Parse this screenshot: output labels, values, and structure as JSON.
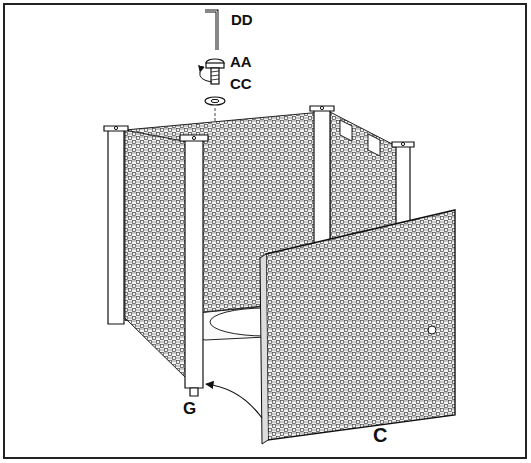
{
  "diagram": {
    "labels": [
      "DD",
      "AA",
      "CC",
      "G",
      "C"
    ]
  }
}
